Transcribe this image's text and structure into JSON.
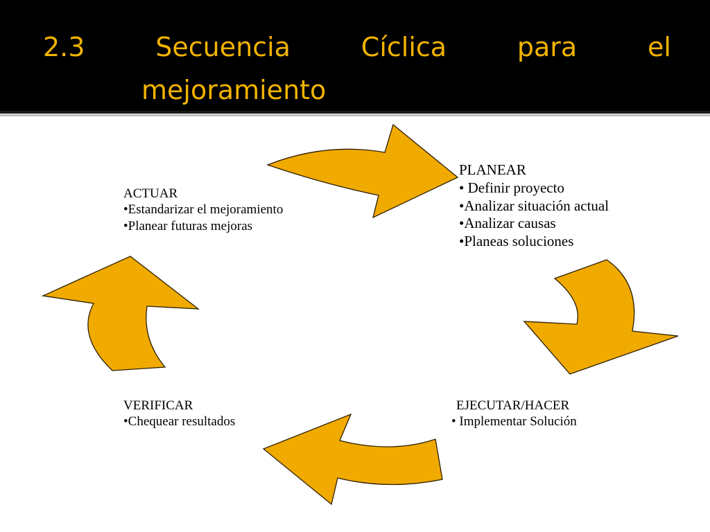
{
  "title": {
    "words": [
      "2.3",
      "Secuencia",
      "Cíclica",
      "para",
      "el"
    ],
    "line2": "mejoramiento"
  },
  "colors": {
    "accent": "#f2b300",
    "arrow_fill": "#f0aa00",
    "header_bg": "#000000"
  },
  "cycle": {
    "planear": {
      "heading": "PLANEAR",
      "items": [
        "• Definir proyecto",
        "•Analizar situación actual",
        "•Analizar causas",
        "•Planeas soluciones"
      ]
    },
    "ejecutar": {
      "heading": "EJECUTAR/HACER",
      "items": [
        "• Implementar Solución"
      ]
    },
    "verificar": {
      "heading": "VERIFICAR",
      "items": [
        "•Chequear resultados"
      ]
    },
    "actuar": {
      "heading": "ACTUAR",
      "items": [
        "•Estandarizar el mejoramiento",
        "•Planear futuras mejoras"
      ]
    }
  }
}
